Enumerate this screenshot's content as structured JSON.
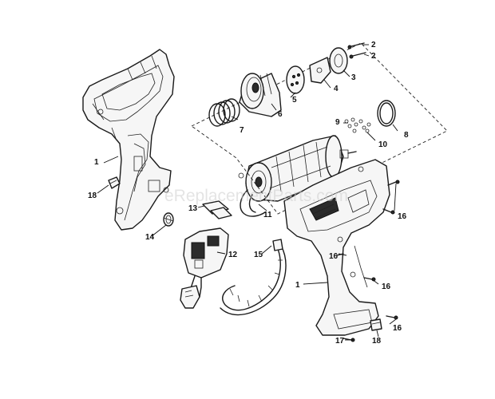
{
  "watermark": "eReplacementParts.com",
  "callouts": [
    {
      "id": "c-1a",
      "label": "1"
    },
    {
      "id": "c-1b",
      "label": "1"
    },
    {
      "id": "c-2a",
      "label": "2"
    },
    {
      "id": "c-2b",
      "label": "2"
    },
    {
      "id": "c-3",
      "label": "3"
    },
    {
      "id": "c-4",
      "label": "4"
    },
    {
      "id": "c-5",
      "label": "5"
    },
    {
      "id": "c-6",
      "label": "6"
    },
    {
      "id": "c-7",
      "label": "7"
    },
    {
      "id": "c-8",
      "label": "8"
    },
    {
      "id": "c-9",
      "label": "9"
    },
    {
      "id": "c-10",
      "label": "10"
    },
    {
      "id": "c-11",
      "label": "11"
    },
    {
      "id": "c-12",
      "label": "12"
    },
    {
      "id": "c-13",
      "label": "13"
    },
    {
      "id": "c-14",
      "label": "14"
    },
    {
      "id": "c-15",
      "label": "15"
    },
    {
      "id": "c-16a",
      "label": "16"
    },
    {
      "id": "c-16b",
      "label": "16"
    },
    {
      "id": "c-16c",
      "label": "16"
    },
    {
      "id": "c-16d",
      "label": "16"
    },
    {
      "id": "c-17",
      "label": "17"
    },
    {
      "id": "c-18a",
      "label": "18"
    },
    {
      "id": "c-18b",
      "label": "18"
    }
  ]
}
